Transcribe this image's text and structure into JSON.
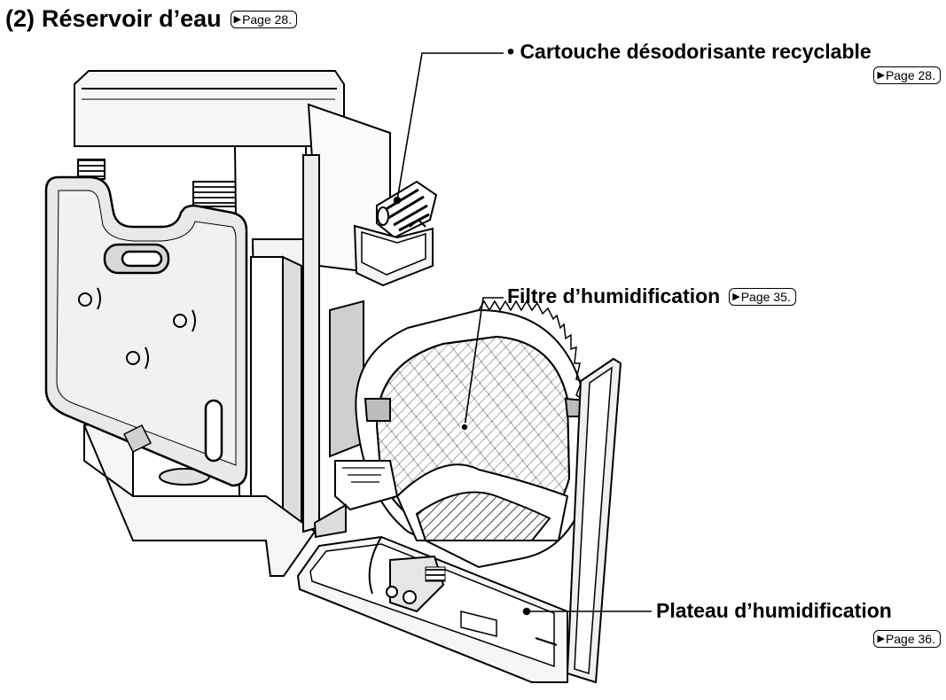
{
  "heading": {
    "number": "(2)",
    "text": "Réservoir d’eau",
    "page_ref": "Page 28."
  },
  "callouts": {
    "cartridge": {
      "text": "• Cartouche désodorisante recyclable",
      "page_ref": "Page 28."
    },
    "filter": {
      "text": "Filtre d’humidification",
      "page_ref": "Page 35."
    },
    "tray": {
      "text": "Plateau d’humidification",
      "page_ref": "Page 36."
    }
  },
  "colors": {
    "line": "#000000",
    "panel": "#eeeeee",
    "tank": "#e6e6e6",
    "hatch": "#555555",
    "shade": "#9a9a9a"
  }
}
